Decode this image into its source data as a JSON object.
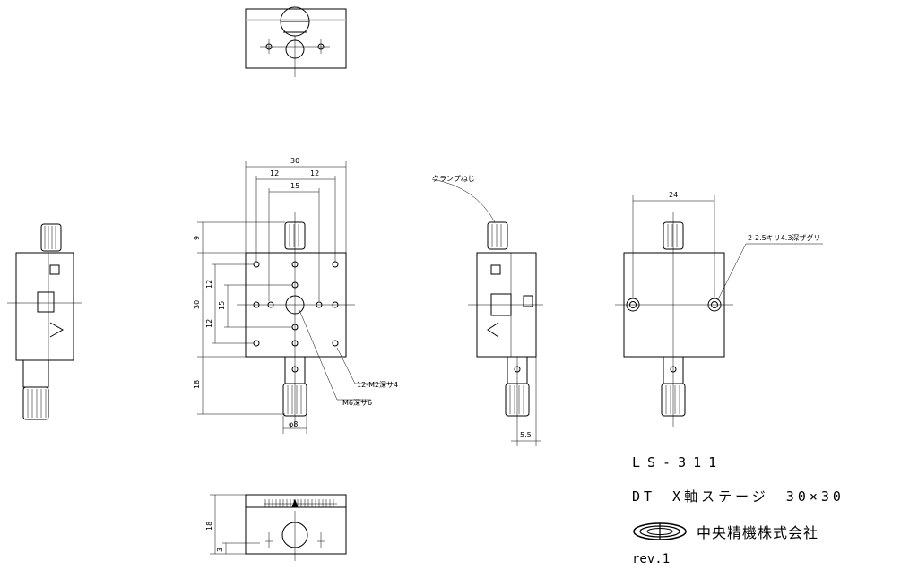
{
  "dimensions": {
    "width_30": "30",
    "width_12a": "12",
    "width_12b": "12",
    "width_15": "15",
    "height_9": "9",
    "height_30": "30",
    "height_12a": "12",
    "height_15": "15",
    "height_12b": "12",
    "height_18": "18",
    "phi_8": "φ8",
    "width_24": "24",
    "offset_5_5": "5.5",
    "bottom_18": "18",
    "bottom_3": "3"
  },
  "callouts": {
    "clamp_screw": "クランプねじ",
    "m2_holes": "12-M2深サ4",
    "m6_hole": "M6深サ6",
    "counterbore": "2-2.5キリ4.3深ザグリ"
  },
  "title_block": {
    "model": "LS-311",
    "description": "DT　X軸ステージ　30×30",
    "company": "中央精機株式会社",
    "revision": "rev.1"
  }
}
